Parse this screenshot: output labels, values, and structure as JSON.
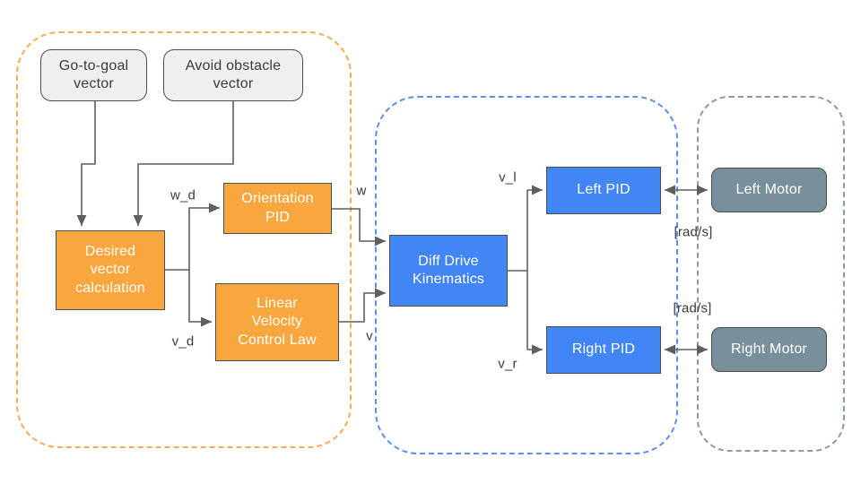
{
  "nodes": {
    "go_to_goal": {
      "label": "Go-to-goal vector"
    },
    "avoid_obstacle": {
      "label": "Avoid obstacle vector"
    },
    "desired_vector": {
      "label": "Desired vector calculation"
    },
    "orientation_pid": {
      "label": "Orientation PID"
    },
    "linear_velocity": {
      "label": "Linear Velocity Control Law"
    },
    "diff_drive": {
      "label": "Diff Drive Kinematics"
    },
    "left_pid": {
      "label": "Left PID"
    },
    "right_pid": {
      "label": "Right PID"
    },
    "left_motor": {
      "label": "Left Motor"
    },
    "right_motor": {
      "label": "Right Motor"
    }
  },
  "edge_labels": {
    "w_d": "w_d",
    "v_d": "v_d",
    "w": "w",
    "v": "v",
    "v_l": "v_l",
    "v_r": "v_r",
    "rad_s_top": "[rad/s]",
    "rad_s_bottom": "[rad/s]"
  },
  "colors": {
    "orange_box": "#F8A63E",
    "blue_box": "#4285F4",
    "steel_box": "#78909C",
    "light_box": "#EFEFEF",
    "box_border": "#4D4D4D",
    "connector": "#5F5F5F",
    "orange_group_border": "#F8AB52",
    "blue_group_border": "#5D8FEE",
    "grey_group_border": "#8B9AA5",
    "label_text": "#3A3A3A",
    "box_text_light": "#FFFFFF",
    "background": "#FFFFFF"
  }
}
